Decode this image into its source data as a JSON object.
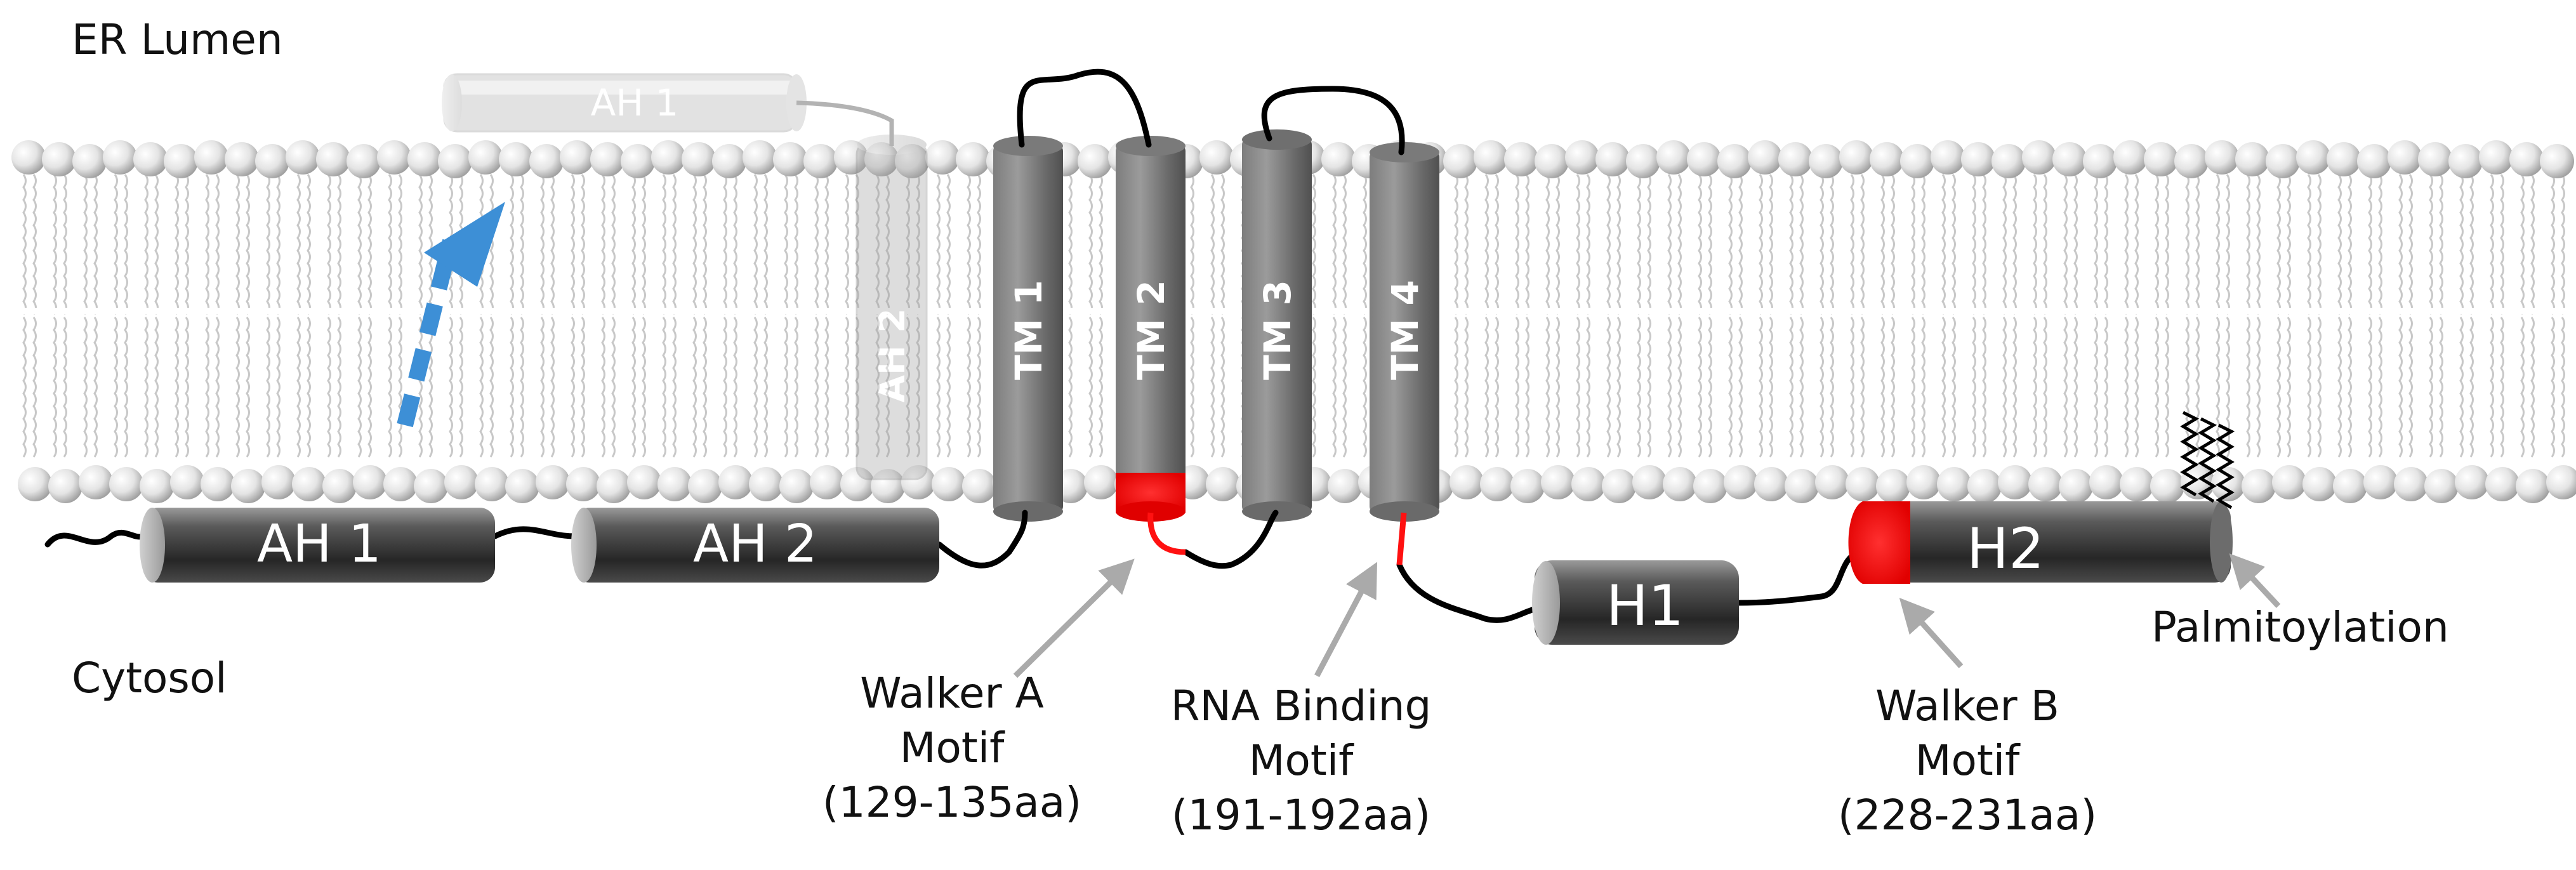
{
  "regions": {
    "lumen_label": "ER Lumen",
    "cytosol_label": "Cytosol"
  },
  "helices": {
    "ah1_cytosol": "AH 1",
    "ah2_cytosol": "AH 2",
    "ah1_ghost": "AH 1",
    "ah2_ghost": "AH 2",
    "tm1": "TM 1",
    "tm2": "TM 2",
    "tm3": "TM 3",
    "tm4": "TM 4",
    "h1": "H1",
    "h2": "H2"
  },
  "motifs": {
    "walker_a": {
      "line1": "Walker A",
      "line2": "Motif",
      "line3": "(129-135aa)"
    },
    "rna_binding": {
      "line1": "RNA Binding",
      "line2": "Motif",
      "line3": "(191-192aa)"
    },
    "walker_b": {
      "line1": "Walker B",
      "line2": "Motif",
      "line3": "(228-231aa)"
    }
  },
  "palmitoylation_label": "Palmitoylation",
  "colors": {
    "motif_highlight": "#ff1111",
    "arrow": "#aaaaaa",
    "translocation_arrow": "#3d8fd6",
    "helix_dark": "#2f2f2f",
    "helix_light": "#8a8a8a",
    "lipid_head": "#e6e6e6"
  }
}
